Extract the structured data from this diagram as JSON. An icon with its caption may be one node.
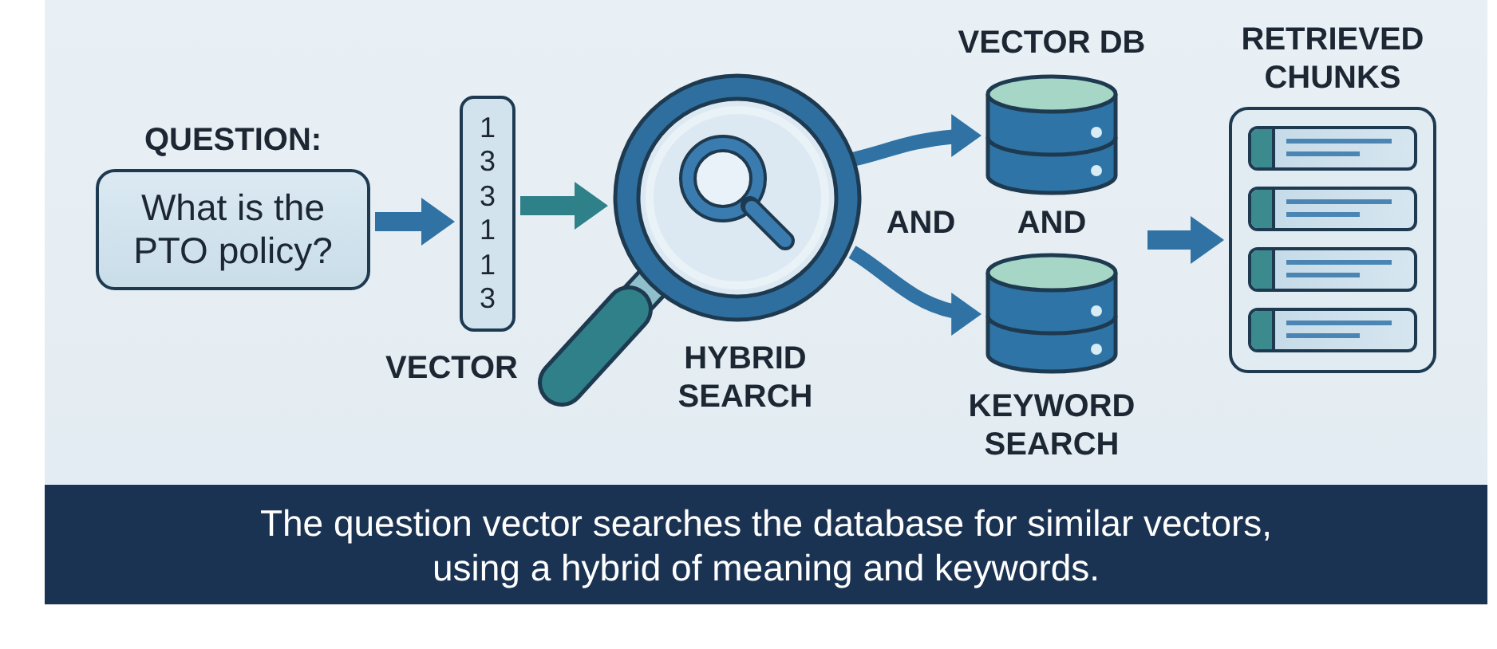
{
  "diagram": {
    "caption": "The question vector searches the database for similar vectors, using a hybrid of meaning and keywords.",
    "nodes": [
      {
        "text": [
          "QUESTION:",
          "What is the PTO policy?"
        ]
      },
      {
        "text": [
          "1 3 3 1 1 3"
        ],
        "beside": [
          "VECTOR"
        ]
      },
      {
        "text": [],
        "shape": "picture",
        "beside": [
          "HYBRID SEARCH"
        ]
      },
      {
        "text": [],
        "shape": "cylinder",
        "beside": [
          "VECTOR DB"
        ]
      },
      {
        "text": [],
        "shape": "cylinder",
        "beside": [
          "KEYWORD SEARCH"
        ]
      },
      {
        "text": [
          "RETRIEVED CHUNKS"
        ]
      },
      {
        "text": [],
        "shape": "box",
        "in": 5
      },
      {
        "text": [],
        "shape": "box",
        "in": 5
      },
      {
        "text": [],
        "shape": "box",
        "in": 5
      },
      {
        "text": [],
        "shape": "box",
        "in": 5
      }
    ],
    "edges": [
      {
        "from": 0,
        "to": 1,
        "arrow": "to"
      },
      {
        "from": 1,
        "to": 2,
        "arrow": "to",
        "color": "#2e8089"
      },
      {
        "from": 2,
        "to": 3,
        "arrow": "to"
      },
      {
        "from": 2,
        "to": 4,
        "arrow": "to"
      },
      {
        "from": null,
        "to": 5,
        "arrow": "to"
      }
    ],
    "labels": [
      "AND",
      "AND"
    ]
  }
}
